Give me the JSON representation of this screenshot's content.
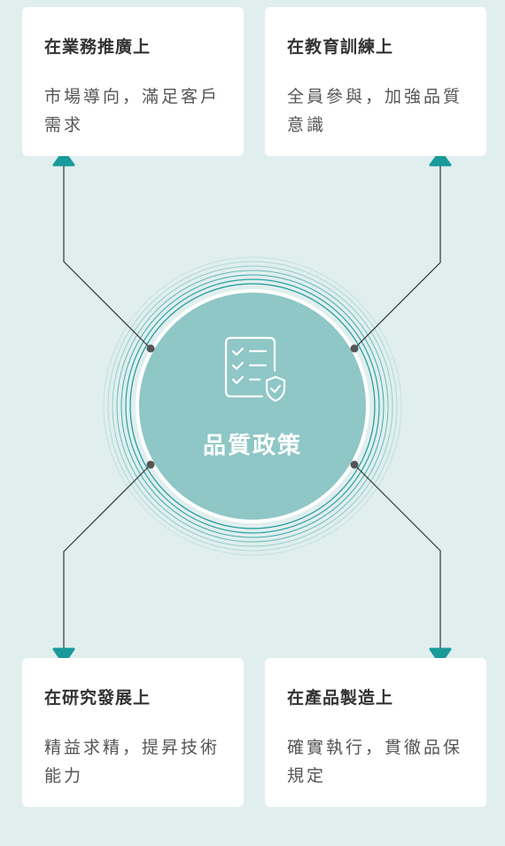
{
  "center": {
    "label": "品質政策",
    "icon": "checklist-shield-icon"
  },
  "policies": [
    {
      "title": "在業務推廣上",
      "description": "市場導向，滿足客戶需求"
    },
    {
      "title": "在教育訓練上",
      "description": "全員參與，加強品質意識"
    },
    {
      "title": "在研究發展上",
      "description": "精益求精，提昇技術能力"
    },
    {
      "title": "在產品製造上",
      "description": "確實執行，貫徹品保規定"
    }
  ],
  "colors": {
    "background": "#e1eeee",
    "circle": "#8fc6c6",
    "accent": "#1a9a9a",
    "line": "#333333"
  }
}
